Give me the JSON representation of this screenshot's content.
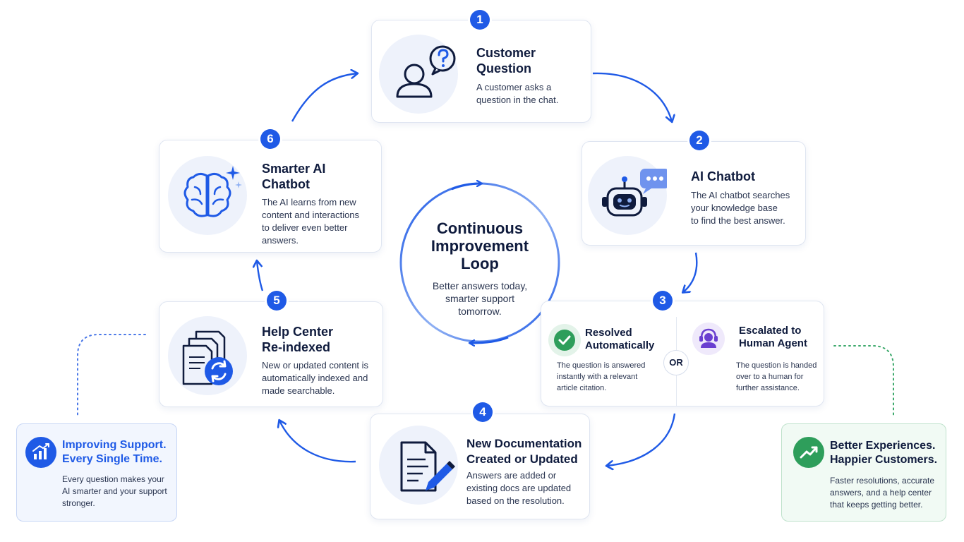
{
  "center": {
    "title_lines": [
      "Continuous",
      "Improvement",
      "Loop"
    ],
    "subtitle_lines": [
      "Better answers today,",
      "smarter support",
      "tomorrow."
    ]
  },
  "steps": [
    {
      "number": "1",
      "title_lines": [
        "Customer",
        "Question"
      ],
      "desc_lines": [
        "A customer asks a",
        "question in the chat."
      ],
      "icon": "person-question-icon"
    },
    {
      "number": "2",
      "title_lines": [
        "AI Chatbot"
      ],
      "desc_lines": [
        "The AI chatbot searches",
        "your knowledge base",
        "to find the best answer."
      ],
      "icon": "robot-chat-icon"
    },
    {
      "number": "3",
      "or_label": "OR",
      "left": {
        "title_lines": [
          "Resolved",
          "Automatically"
        ],
        "desc_lines": [
          "The question is answered",
          "instantly with a relevant",
          "article citation."
        ],
        "icon": "check-circle-icon"
      },
      "right": {
        "title_lines": [
          "Escalated to",
          "Human Agent"
        ],
        "desc_lines": [
          "The question is handed",
          "over to a human for",
          "further assistance."
        ],
        "icon": "headset-agent-icon"
      }
    },
    {
      "number": "4",
      "title_lines": [
        "New Documentation",
        "Created or Updated"
      ],
      "desc_lines": [
        "Answers are added or",
        "existing docs are updated",
        "based on the resolution."
      ],
      "icon": "document-edit-icon"
    },
    {
      "number": "5",
      "title_lines": [
        "Help Center",
        "Re-indexed"
      ],
      "desc_lines": [
        "New or updated content is",
        "automatically indexed and",
        "made searchable."
      ],
      "icon": "documents-refresh-icon"
    },
    {
      "number": "6",
      "title_lines": [
        "Smarter AI",
        "Chatbot"
      ],
      "desc_lines": [
        "The AI learns from new",
        "content and interactions",
        "to deliver even better",
        "answers."
      ],
      "icon": "brain-sparkle-icon"
    }
  ],
  "panels": {
    "left": {
      "title_lines": [
        "Improving Support.",
        "Every Single Time."
      ],
      "desc_lines": [
        "Every question makes your",
        "AI smarter and your support",
        "stronger."
      ],
      "icon": "growth-chart-icon",
      "accent": "#1f5ae6"
    },
    "right": {
      "title_lines": [
        "Better Experiences.",
        "Happier Customers."
      ],
      "desc_lines": [
        "Faster resolutions, accurate",
        "answers, and a help center",
        "that keeps getting better."
      ],
      "icon": "trend-up-icon",
      "accent": "#2e9e5b"
    }
  },
  "colors": {
    "primary": "#1f5ae6",
    "dark_text": "#0f1b3d",
    "icon_bg": "#eef2fb",
    "green": "#2e9e5b",
    "purple": "#6a3fd0"
  }
}
